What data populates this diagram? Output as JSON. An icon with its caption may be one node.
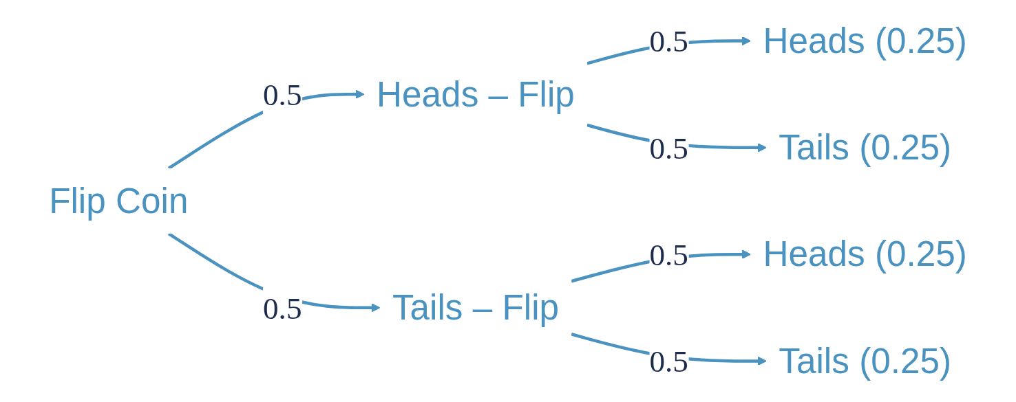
{
  "diagram": {
    "nodes": [
      {
        "text": [
          "Flip Coin"
        ]
      },
      {
        "text": [
          "Heads – Flip"
        ]
      },
      {
        "text": [
          "Tails – Flip"
        ]
      },
      {
        "text": [
          "Heads (0.25)"
        ]
      },
      {
        "text": [
          "Tails (0.25)"
        ]
      },
      {
        "text": [
          "Heads (0.25)"
        ]
      },
      {
        "text": [
          "Tails (0.25)"
        ]
      }
    ],
    "edges": [
      {
        "from": 0,
        "to": 1,
        "arrow": "to",
        "label": "0.5"
      },
      {
        "from": 0,
        "to": 2,
        "arrow": "to",
        "label": "0.5"
      },
      {
        "from": 1,
        "to": 3,
        "arrow": "to",
        "label": "0.5"
      },
      {
        "from": 1,
        "to": 4,
        "arrow": "to",
        "label": "0.5"
      },
      {
        "from": 2,
        "to": 5,
        "arrow": "to",
        "label": "0.5"
      },
      {
        "from": 2,
        "to": 6,
        "arrow": "to",
        "label": "0.5"
      }
    ]
  }
}
